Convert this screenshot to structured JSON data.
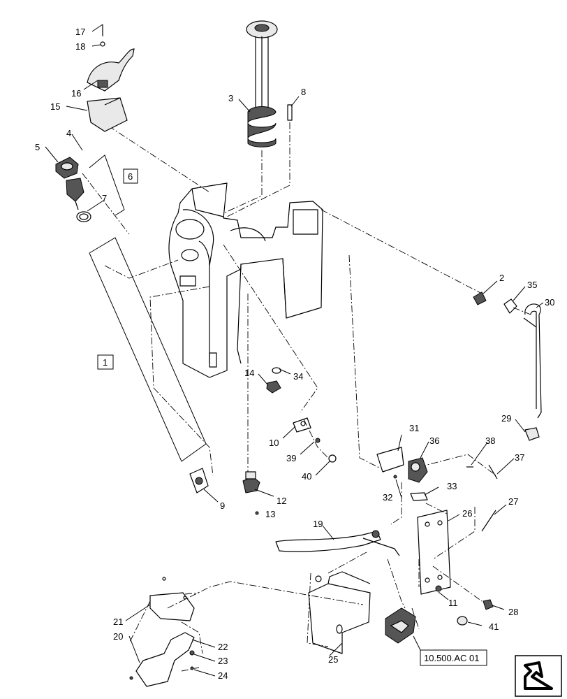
{
  "callouts": [
    {
      "text": "17"
    },
    {
      "text": "18"
    },
    {
      "text": "16"
    },
    {
      "text": "15"
    },
    {
      "text": "4"
    },
    {
      "text": "5"
    },
    {
      "text": "6"
    },
    {
      "text": "7"
    },
    {
      "text": "3"
    },
    {
      "text": "8"
    },
    {
      "text": "1"
    },
    {
      "text": "2"
    },
    {
      "text": "35"
    },
    {
      "text": "30"
    },
    {
      "text": "14"
    },
    {
      "text": "34"
    },
    {
      "text": "29"
    },
    {
      "text": "31"
    },
    {
      "text": "36"
    },
    {
      "text": "38"
    },
    {
      "text": "37"
    },
    {
      "text": "10"
    },
    {
      "text": "39"
    },
    {
      "text": "40"
    },
    {
      "text": "9"
    },
    {
      "text": "12"
    },
    {
      "text": "13"
    },
    {
      "text": "32"
    },
    {
      "text": "33"
    },
    {
      "text": "27"
    },
    {
      "text": "26"
    },
    {
      "text": "19"
    },
    {
      "text": "11"
    },
    {
      "text": "28"
    },
    {
      "text": "41"
    },
    {
      "text": "21"
    },
    {
      "text": "20"
    },
    {
      "text": "22"
    },
    {
      "text": "23"
    },
    {
      "text": "24"
    },
    {
      "text": "25"
    }
  ],
  "reference": {
    "text": "10.500.AC 01"
  },
  "nav_icon": "arrow-icon"
}
